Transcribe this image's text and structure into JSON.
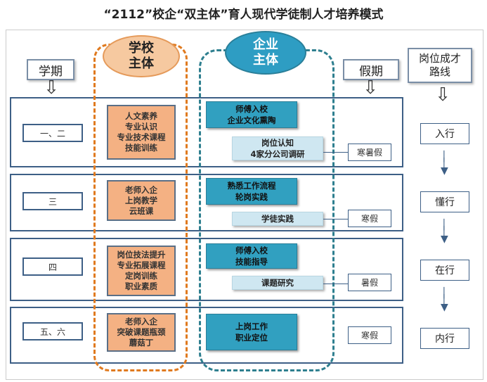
{
  "title": "“2112”校企“双主体”育人现代学徒制人才培养模式",
  "headers": {
    "semester": "学期",
    "holiday": "假期",
    "route": "岗位成才\n路线",
    "school": "学校\n主体",
    "enterprise": "企业\n主体"
  },
  "rows": [
    {
      "semester": "一、二",
      "school": "人文素养\n专业认识\n专业技术课程\n技能训练",
      "ent_dark": "师傅入校\n企业文化熏陶",
      "ent_light": "岗位认知\n4家分公司调研",
      "holiday": "寒暑假"
    },
    {
      "semester": "三",
      "school": "老师入企\n上岗教学\n云班课",
      "ent_dark": "熟悉工作流程\n轮岗实践",
      "ent_light": "学徒实践",
      "holiday": "寒假"
    },
    {
      "semester": "四",
      "school": "岗位技法提升\n专业拓展课程\n定岗训练\n职业素质",
      "ent_dark": "师傅入校\n技能指导",
      "ent_light": "课题研究",
      "holiday": "暑假"
    },
    {
      "semester": "五、六",
      "school": "老师入企\n突破课题瓶颈\n蘑菇丁",
      "ent_dark": "上岗工作\n职业定位",
      "holiday": "寒假"
    }
  ],
  "route": [
    "入行",
    "懂行",
    "在行",
    "内行"
  ],
  "colors": {
    "school": "#f4b183",
    "enterprise": "#31a0c0",
    "enterprise_light": "#cfe7f1",
    "border": "#3d5f86"
  }
}
